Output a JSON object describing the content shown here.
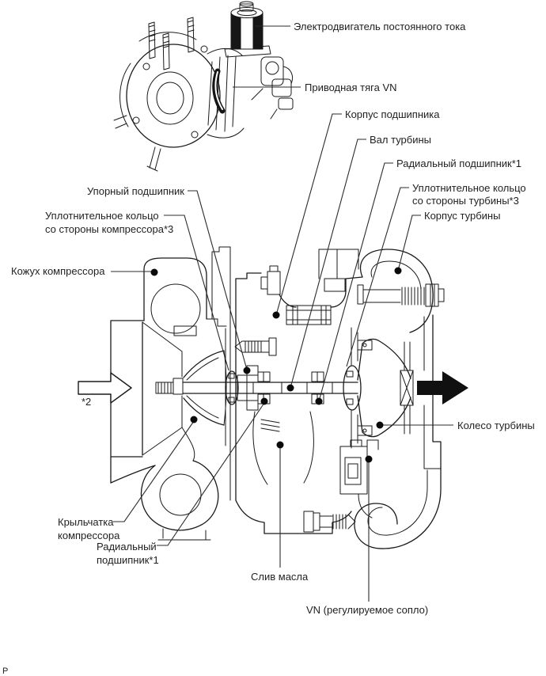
{
  "page": {
    "background": "#ffffff",
    "line_color": "#1a1a1a",
    "corner_letter": "P"
  },
  "diagram": {
    "title_semantic": "turbocharger-cutaway",
    "labels": {
      "motor": "Электродвигатель постоянного тока",
      "vn_rod": "Приводная тяга VN",
      "bearing_housing": "Корпус подшипника",
      "turbine_shaft": "Вал турбины",
      "radial_bearing_top": "Радиальный подшипник*1",
      "seal_turbine_line1": "Уплотнительное кольцо",
      "seal_turbine_line2": "со стороны турбины*3",
      "turbine_housing": "Корпус турбины",
      "thrust_bearing": "Упорный подшипник",
      "seal_compressor_line1": "Уплотнительное кольцо",
      "seal_compressor_line2": "со стороны компрессора*3",
      "compressor_housing": "Кожух компрессора",
      "inlet_note": "*2",
      "turbine_wheel": "Колесо турбины",
      "compressor_impeller_line1": "Крыльчатка",
      "compressor_impeller_line2": "компрессора",
      "radial_bearing_bottom_line1": "Радиальный",
      "radial_bearing_bottom_line2": "подшипник*1",
      "oil_drain": "Слив масла",
      "vn_nozzle": "VN (регулируемое сопло)"
    }
  }
}
